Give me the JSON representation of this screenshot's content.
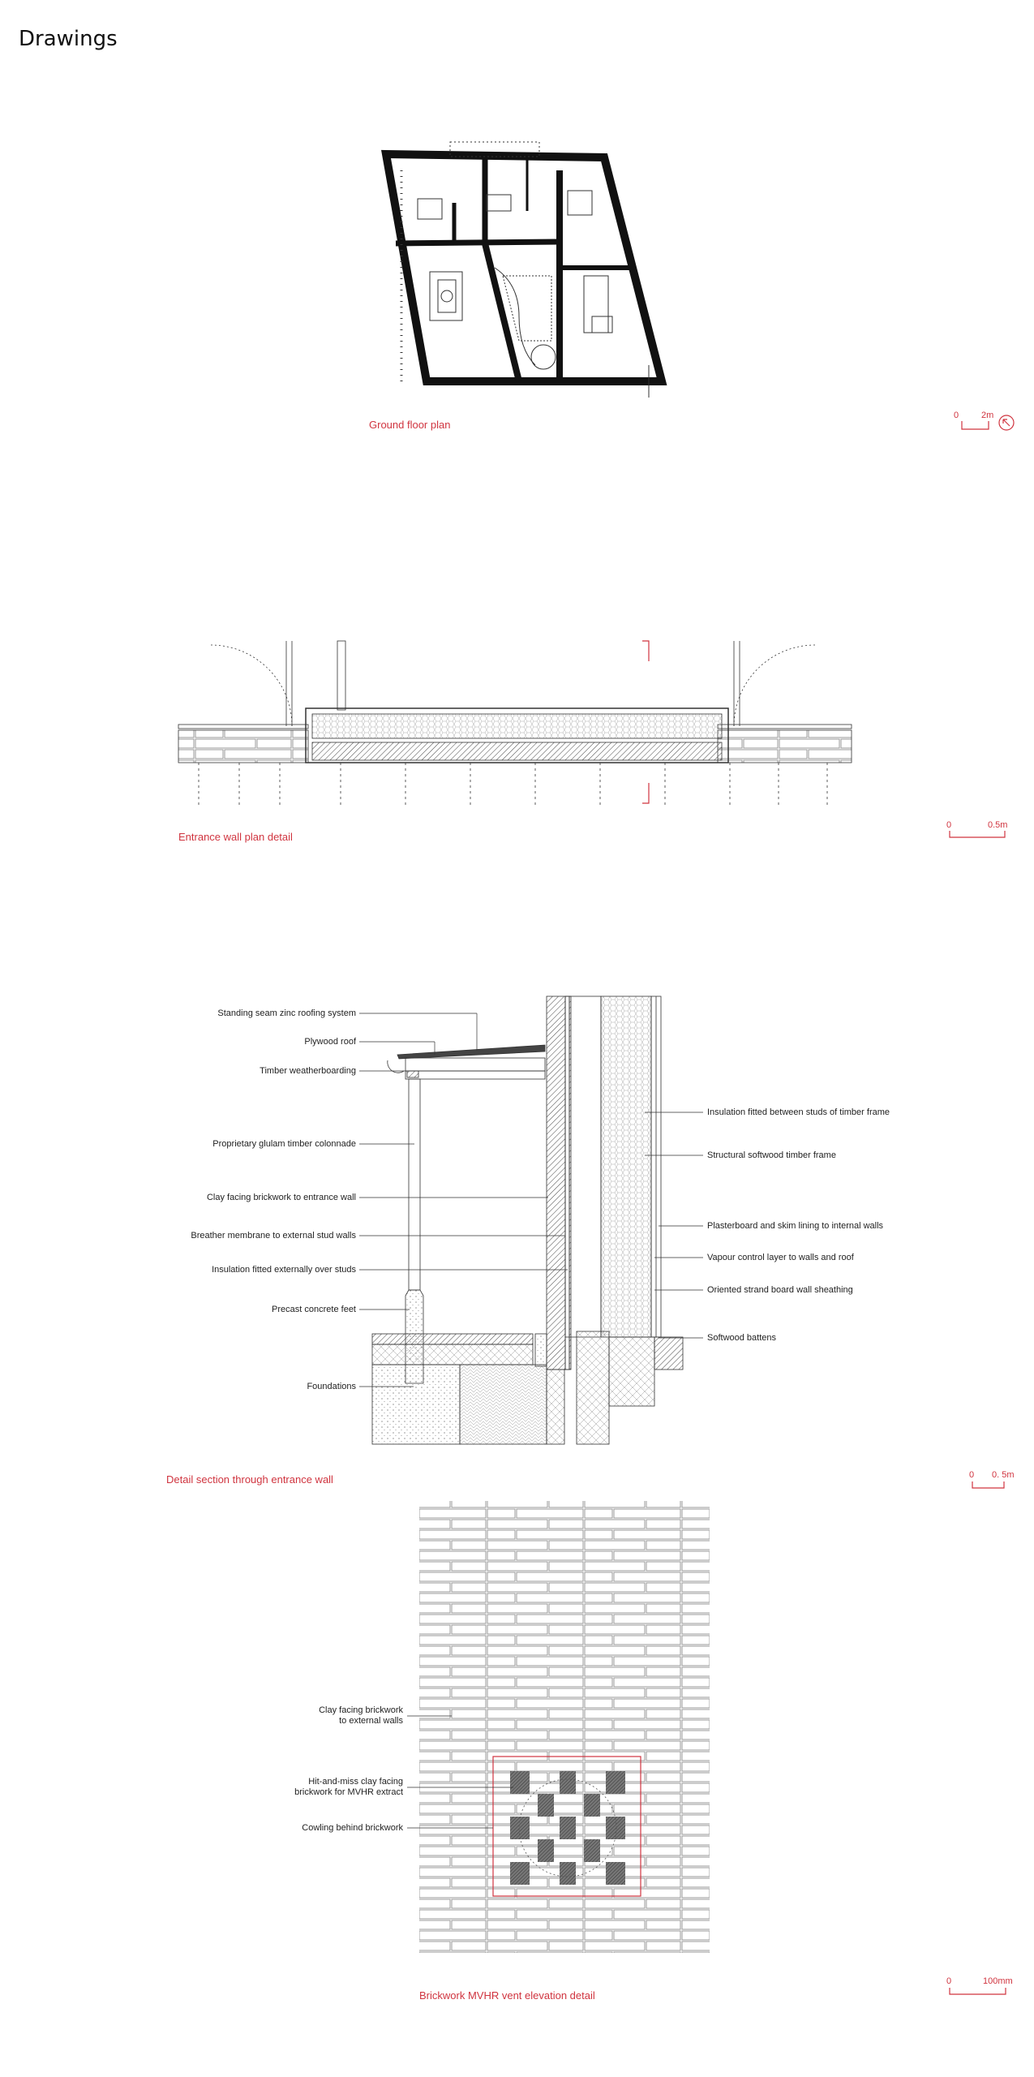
{
  "page": {
    "title": "Drawings"
  },
  "colors": {
    "accent": "#d0343f",
    "line": "#222222"
  },
  "drawings": [
    {
      "caption": "Ground floor plan",
      "scale_bar": {
        "start": "0",
        "end": "2m"
      },
      "north_icon": "north-arrow-icon"
    },
    {
      "caption": "Entrance wall plan detail",
      "scale_bar": {
        "start": "0",
        "end": "0.5m"
      }
    },
    {
      "caption": "Detail section through entrance wall",
      "scale_bar": {
        "start": "0",
        "end": "0. 5m"
      },
      "labels_left": [
        "Standing seam zinc roofing system",
        "Plywood roof",
        "Timber weatherboarding",
        "Proprietary glulam timber colonnade",
        "Clay facing brickwork to entrance wall",
        "Breather membrane to external stud walls",
        "Insulation fitted externally over studs",
        "Precast concrete feet",
        "Foundations"
      ],
      "labels_right": [
        "Insulation fitted between studs of timber frame",
        "Structural softwood timber frame",
        "Plasterboard and skim lining to internal walls",
        "Vapour control layer to walls and roof",
        "Oriented strand board wall sheathing",
        "Softwood battens"
      ]
    },
    {
      "caption": "Brickwork MVHR vent elevation detail",
      "scale_bar": {
        "start": "0",
        "end": "100mm"
      },
      "labels_left": [
        "Clay facing brickwork",
        "to external walls",
        "Hit-and-miss clay facing",
        "brickwork for MVHR extract",
        "Cowling behind brickwork"
      ]
    }
  ]
}
